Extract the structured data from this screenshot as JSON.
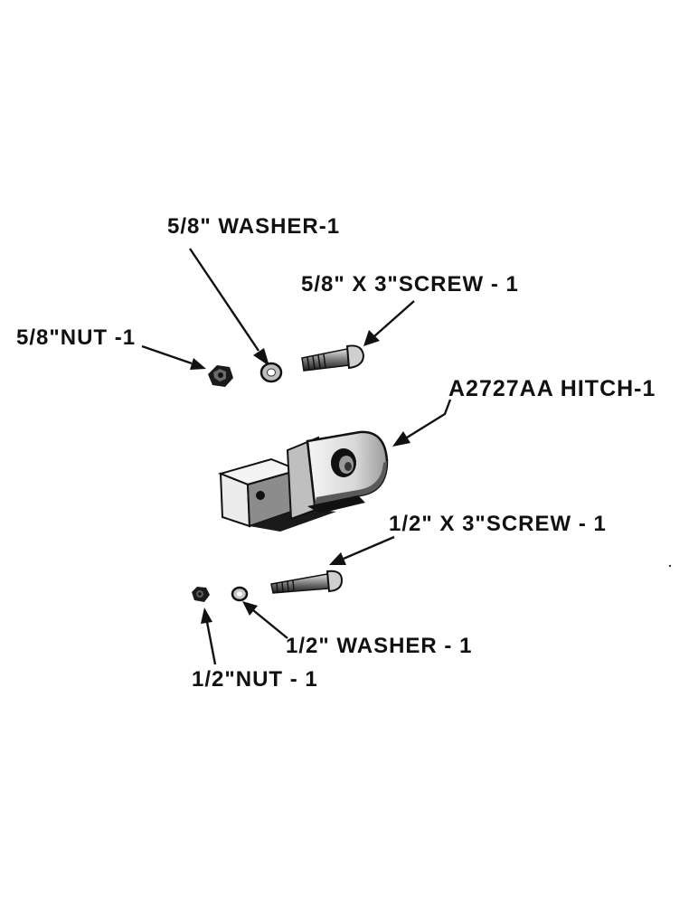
{
  "labels": {
    "washer_58": "5/8\" WASHER-1",
    "screw_58": "5/8\" X 3\"SCREW - 1",
    "nut_58": "5/8\"NUT -1",
    "hitch": "A2727AA HITCH-1",
    "screw_12": "1/2\" X 3\"SCREW - 1",
    "washer_12": "1/2\" WASHER - 1",
    "nut_12": "1/2\"NUT - 1"
  },
  "colors": {
    "ink": "#111111",
    "paper": "#ffffff",
    "part_light": "#f2f2f2",
    "part_mid": "#8c8c8c",
    "part_dark": "#1a1a1a"
  }
}
